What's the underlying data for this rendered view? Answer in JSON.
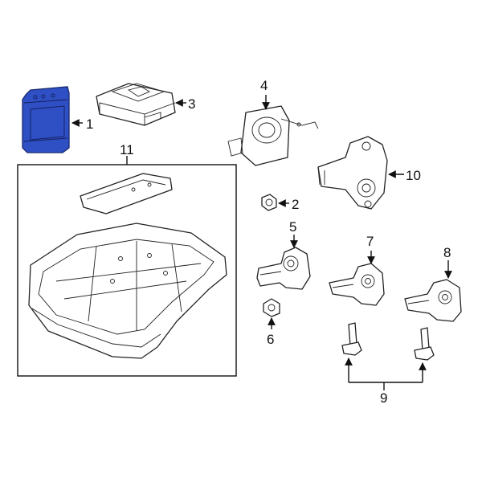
{
  "callouts": {
    "c1": "1",
    "c2": "2",
    "c3": "3",
    "c4": "4",
    "c5": "5",
    "c6": "6",
    "c7": "7",
    "c8": "8",
    "c9": "9",
    "c10": "10",
    "c11": "11"
  },
  "colors": {
    "highlight": "#2f4fc4",
    "line": "#111111"
  }
}
